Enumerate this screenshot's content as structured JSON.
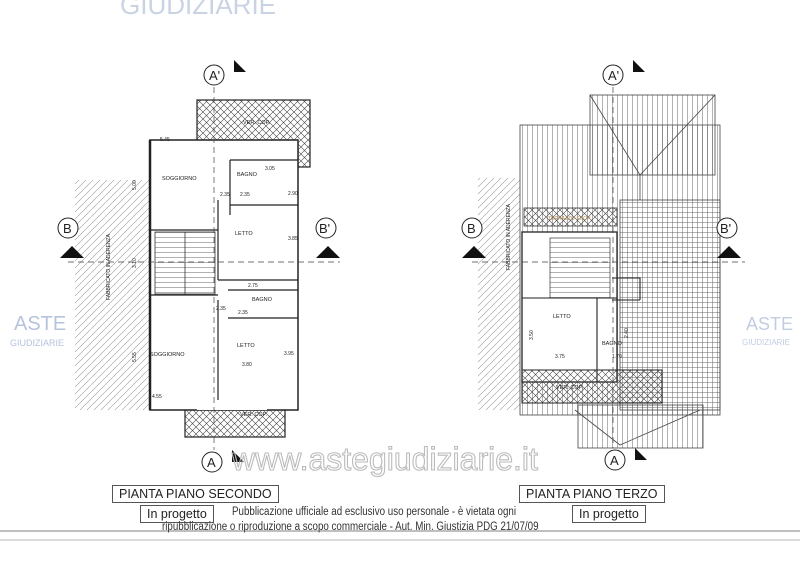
{
  "watermarks": {
    "top": "GIUDIZIARIE",
    "site": "www.astegiudiziarie.it",
    "aste": "ASTE",
    "giudiziarie": "GIUDIZIARIE"
  },
  "section_markers": {
    "a": "A",
    "a_prime": "A'",
    "b": "B",
    "b_prime": "B'"
  },
  "plan_second": {
    "title": "PIANTA PIANO SECONDO",
    "status": "In progetto",
    "neighbour": "FABBRICATO IN ADERENZA",
    "rooms": [
      "SOGGIORNO",
      "BAGNO",
      "LETTO",
      "BAGNO",
      "LETTO",
      "SOGGIORNO",
      "VER. COP.",
      "VER. COP."
    ],
    "dimensions": [
      "5.45",
      "5.00",
      "3.05",
      "2.90",
      "3.85",
      "2.75",
      "3.80",
      "3.95",
      "5.55",
      "4.55",
      "3.10",
      "2.35",
      "2.35",
      "2.35",
      "2.35"
    ]
  },
  "plan_third": {
    "title": "PIANTA PIANO TERZO",
    "status": "In progetto",
    "neighbour": "FABBRICATO IN ADERENZA",
    "rooms": [
      "LETTO",
      "BAGNO",
      "VER. COP.",
      "TERRAZZO SCOP."
    ],
    "dimensions": [
      "3.50",
      "3.75",
      "2.40",
      "1.70"
    ]
  },
  "notice": {
    "line1": "Pubblicazione ufficiale ad esclusivo uso personale - è vietata ogni",
    "line2": "ripubblicazione o riproduzione a scopo commerciale - Aut. Min. Giustizia PDG 21/07/09"
  }
}
